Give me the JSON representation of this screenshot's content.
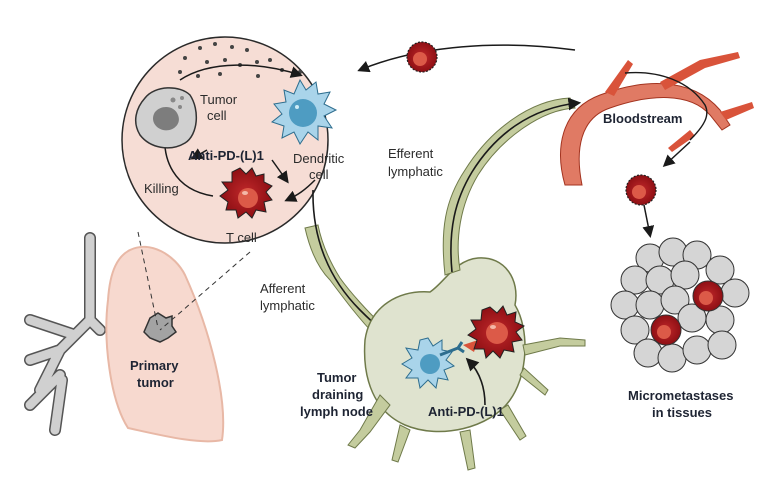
{
  "diagram": {
    "labels": {
      "tumor_cell": [
        "Tumor",
        "cell"
      ],
      "dendritic_cell": [
        "Dendritic",
        "cell"
      ],
      "anti_pd_top": "Anti-PD-(L)1",
      "killing": "Killing",
      "t_cell": "T cell",
      "efferent_lymphatic": [
        "Efferent",
        "lymphatic"
      ],
      "afferent_lymphatic": [
        "Afferent",
        "lymphatic"
      ],
      "bloodstream": "Bloodstream",
      "primary_tumor": [
        "Primary",
        "tumor"
      ],
      "tumor_draining_lymph_node": [
        "Tumor",
        "draining",
        "lymph node"
      ],
      "anti_pd_bottom": "Anti-PD-(L)1",
      "micrometastases": [
        "Micrometastases",
        "in tissues"
      ]
    },
    "colors": {
      "tumor_circle": "#f6ddd5",
      "lung": "#f7d9cf",
      "lymph_node": "#dfe3cf",
      "lymphatic_vessel": "#c4cc9e",
      "blood_vessel": "#d9533a",
      "t_cell": "#a8141a",
      "dendritic_cell": "#9fd0e8",
      "tumor_cell_gray": "#cfcfcf"
    }
  }
}
